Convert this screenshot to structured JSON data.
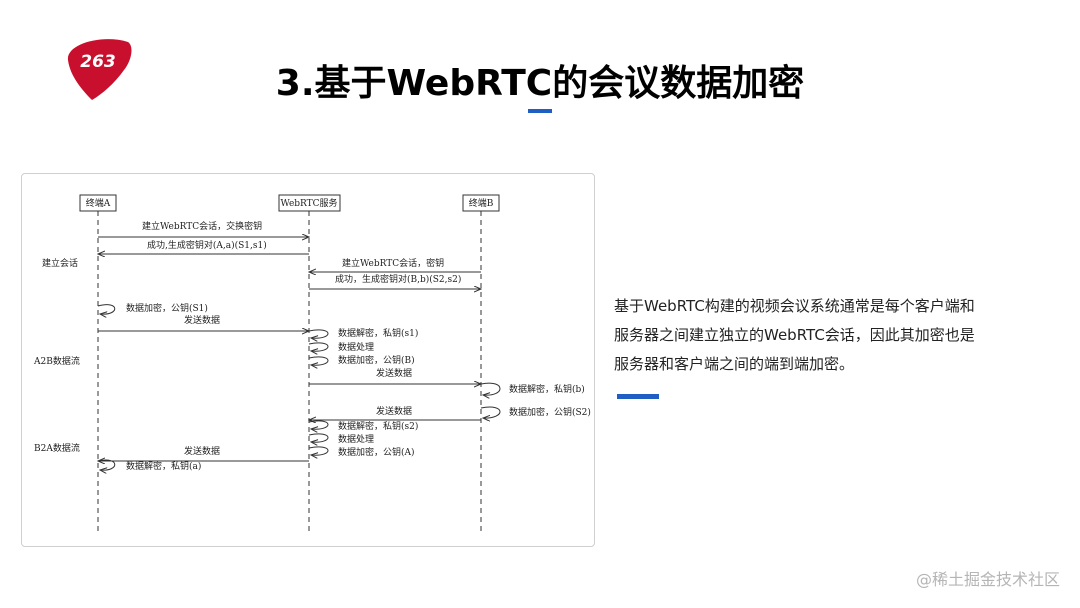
{
  "header": {
    "logo_text": "263",
    "title": "3.基于WebRTC的会议数据加密"
  },
  "diagram": {
    "participants": {
      "a": "终端A",
      "server": "WebRTC服务",
      "b": "终端B"
    },
    "side_labels": {
      "setup": "建立会话",
      "a2b": "A2B数据流",
      "b2a": "B2A数据流"
    },
    "messages": {
      "a_to_s_setup": "建立WebRTC会话，交换密钥",
      "s_to_a_ok": "成功,生成密钥对(A,a)(S1,s1)",
      "b_to_s_setup": "建立WebRTC会话，密钥",
      "s_to_b_ok": "成功，生成密钥对(B,b)(S2,s2)",
      "a_encrypt": "数据加密，公钥(S1)",
      "a_send": "发送数据",
      "s_decrypt_s1": "数据解密，私钥(s1)",
      "s_process_1": "数据处理",
      "s_encrypt_b": "数据加密，公钥(B)",
      "s_send_b": "发送数据",
      "b_decrypt": "数据解密，私钥(b)",
      "b_send": "发送数据",
      "b_encrypt": "数据加密，公钥(S2)",
      "s_decrypt_s2": "数据解密，私钥(s2)",
      "s_process_2": "数据处理",
      "s_encrypt_a": "数据加密，公钥(A)",
      "s_send_a": "发送数据",
      "a_decrypt": "数据解密，私钥(a)"
    }
  },
  "description": {
    "lines": [
      "基于WebRTC构建的视频会议系统通常是每个客户端和",
      "服务器之间建立独立的WebRTC会话，因此其加密也是",
      "服务器和客户端之间的端到端加密。"
    ]
  },
  "watermark": "@稀土掘金技术社区",
  "colors": {
    "accent": "#1f5fc4",
    "logo_red": "#c8102e"
  }
}
